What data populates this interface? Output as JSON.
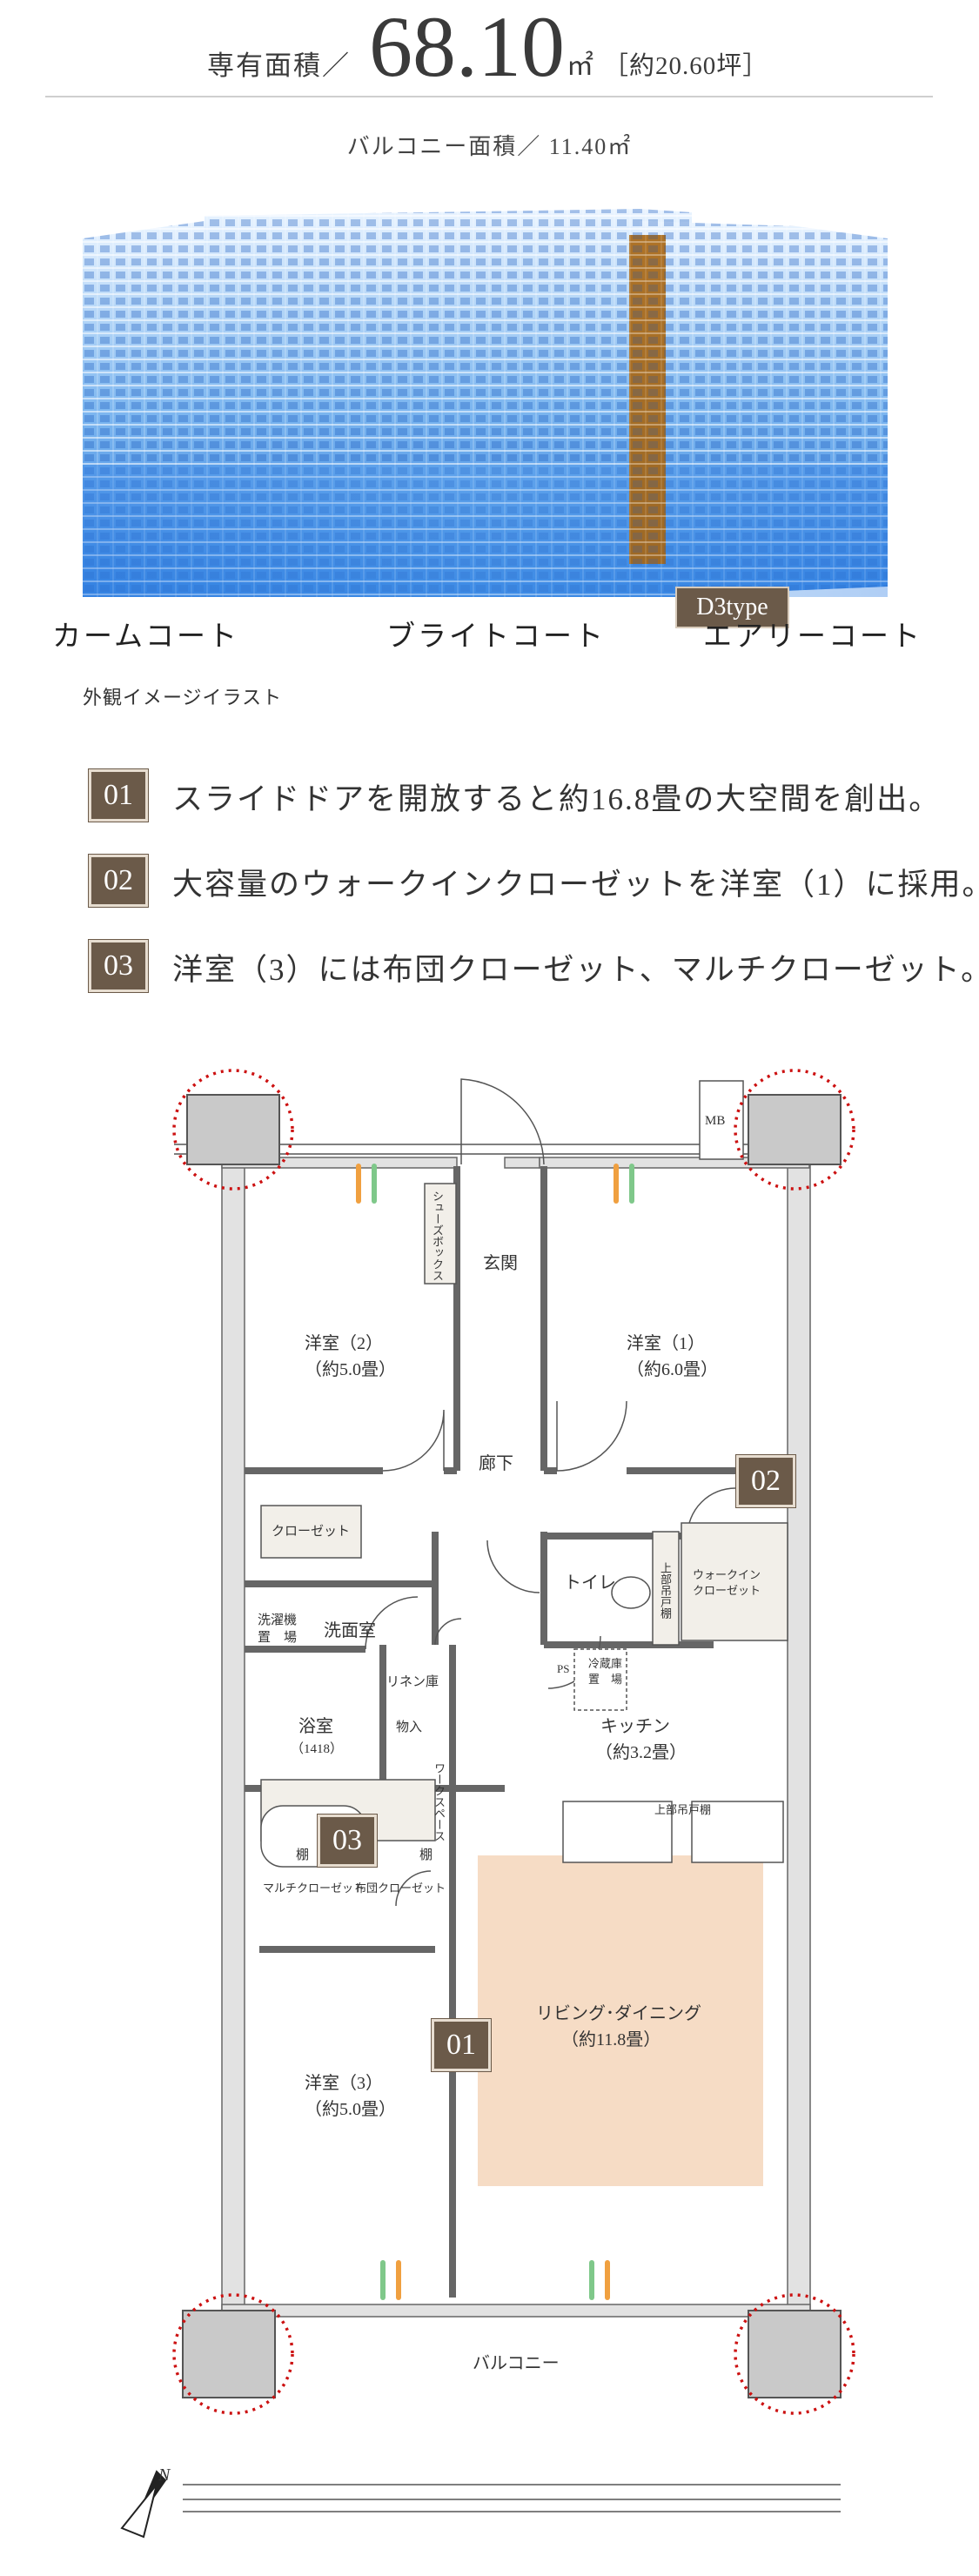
{
  "header": {
    "area_label": "専有面積／",
    "area_value": "68.10",
    "area_unit": "㎡",
    "area_tsubo": "［約20.60坪］",
    "balcony_area": "バルコニー面積／ 11.40㎡"
  },
  "building": {
    "type_tag": "D3type",
    "courts": [
      "カームコート",
      "ブライトコート",
      "エアリーコート"
    ],
    "caption": "外観イメージイラスト"
  },
  "features": [
    {
      "num": "01",
      "text": "スライドドアを開放すると約16.8畳の大空間を創出。"
    },
    {
      "num": "02",
      "text": "大容量のウォークインクローゼットを洋室（1）に採用。"
    },
    {
      "num": "03",
      "text": "洋室（3）には布団クローゼット、マルチクローゼット。"
    }
  ],
  "plan": {
    "mb": "MB",
    "shoes_box": "シューズボックス",
    "genkan": "玄関",
    "room2": "洋室（2）",
    "room2_size": "（約5.0畳）",
    "room1": "洋室（1）",
    "room1_size": "（約6.0畳）",
    "hallway": "廊下",
    "closet": "クローゼット",
    "toilet": "トイレ",
    "upper_cabinet_toilet": "上部吊戸棚",
    "walkin": "ウォークイン",
    "walkin2": "クローゼット",
    "washer": "洗濯機",
    "washer2": "置　場",
    "washroom": "洗面室",
    "linen": "リネン庫",
    "ps": "PS",
    "fridge": "冷蔵庫",
    "fridge2": "置　場",
    "kitchen": "キッチン",
    "kitchen_size": "（約3.2畳）",
    "bath": "浴室",
    "bath_size": "（1418）",
    "storage": "物入",
    "work_closet": "ワークスペース",
    "upper_cabinet": "上部吊戸棚",
    "shelf_left": "棚",
    "shelf_right": "棚",
    "multi_closet": "マルチクローゼット",
    "futon_closet": "布団クローゼット",
    "living": "リビング･ダイニング",
    "living_size": "（約11.8畳）",
    "room3": "洋室（3）",
    "room3_size": "（約5.0畳）",
    "balcony": "バルコニー",
    "north": "N",
    "badges": [
      "02",
      "03",
      "01"
    ]
  },
  "colors": {
    "badge": "#6b5a49",
    "living_floor": "#f6dcc5",
    "column": "#c9c9c9",
    "wall": "#e2e2e2",
    "highlight_circle": "#cc1111",
    "building_unit": "#a8650f"
  }
}
